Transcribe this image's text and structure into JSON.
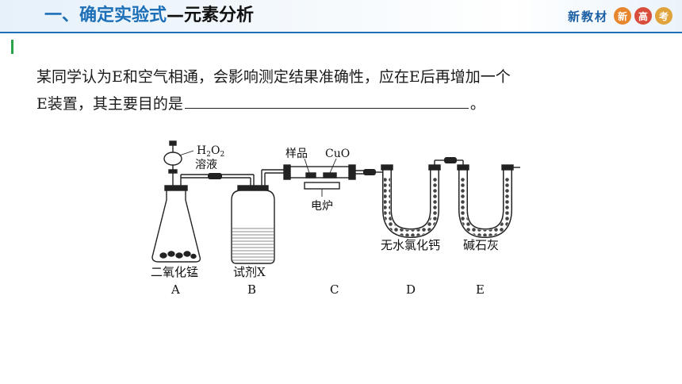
{
  "header": {
    "title_main": "一、确定实验式",
    "title_sub": "—元素分析",
    "brand_text": "新教材",
    "brand_badges": [
      "新",
      "高",
      "考"
    ],
    "colors": {
      "title": "#1d6fb8",
      "bar_line": "#1f6fb5",
      "accent": "#2aa34a"
    }
  },
  "question": {
    "line1": "某同学认为E和空气相通，会影响测定结果准确性，应在E后再增加一个",
    "line2_before": "E装置，其主要目的是",
    "line2_after": "。"
  },
  "apparatus": {
    "labels": {
      "h2o2_a": "H",
      "h2o2_sub1": "2",
      "h2o2_b": "O",
      "h2o2_sub2": "2",
      "solution": "溶液",
      "sample": "样品",
      "cuo": "CuO",
      "furnace": "电炉",
      "mno2": "二氧化锰",
      "reagent_x": "试剂X",
      "cacl2": "无水氯化钙",
      "sodalime": "碱石灰"
    },
    "device_letters": [
      "A",
      "B",
      "C",
      "D",
      "E"
    ]
  }
}
